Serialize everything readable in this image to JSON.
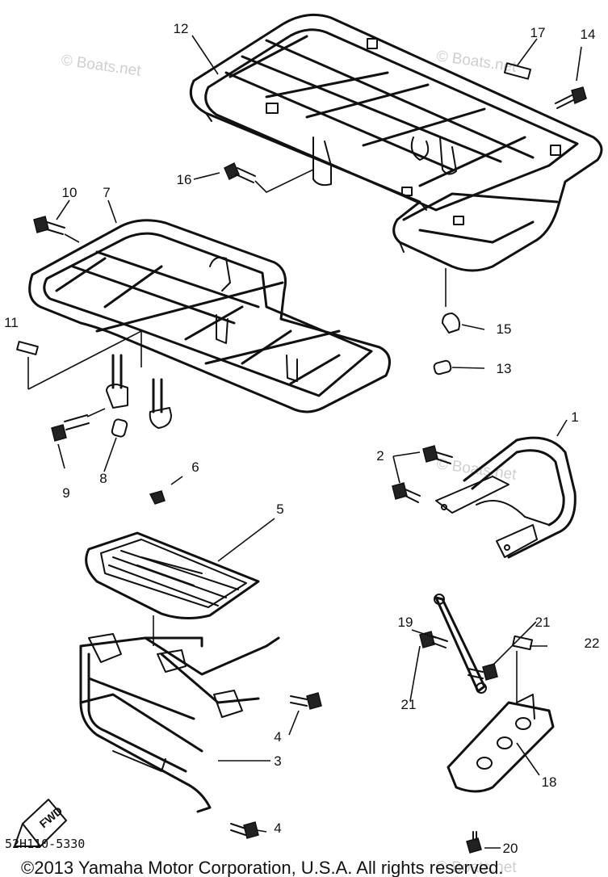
{
  "callouts": [
    {
      "id": "c1",
      "label": "1"
    },
    {
      "id": "c2",
      "label": "2"
    },
    {
      "id": "c3",
      "label": "3"
    },
    {
      "id": "c4a",
      "label": "4"
    },
    {
      "id": "c4b",
      "label": "4"
    },
    {
      "id": "c5",
      "label": "5"
    },
    {
      "id": "c6",
      "label": "6"
    },
    {
      "id": "c7",
      "label": "7"
    },
    {
      "id": "c8",
      "label": "8"
    },
    {
      "id": "c9",
      "label": "9"
    },
    {
      "id": "c10",
      "label": "10"
    },
    {
      "id": "c11",
      "label": "11"
    },
    {
      "id": "c12",
      "label": "12"
    },
    {
      "id": "c13",
      "label": "13"
    },
    {
      "id": "c14",
      "label": "14"
    },
    {
      "id": "c15",
      "label": "15"
    },
    {
      "id": "c16",
      "label": "16"
    },
    {
      "id": "c17",
      "label": "17"
    },
    {
      "id": "c18",
      "label": "18"
    },
    {
      "id": "c19",
      "label": "19"
    },
    {
      "id": "c20",
      "label": "20"
    },
    {
      "id": "c21a",
      "label": "21"
    },
    {
      "id": "c21b",
      "label": "21"
    },
    {
      "id": "c22",
      "label": "22"
    }
  ],
  "watermarks": [
    "© Boats.net",
    "© Boats.net",
    "© Boats.net",
    "© Boats.net"
  ],
  "fwd_label": "FWD",
  "diagram_code": "52H110-5330",
  "copyright": "©2013 Yamaha Motor Corporation, U.S.A. All rights reserved."
}
